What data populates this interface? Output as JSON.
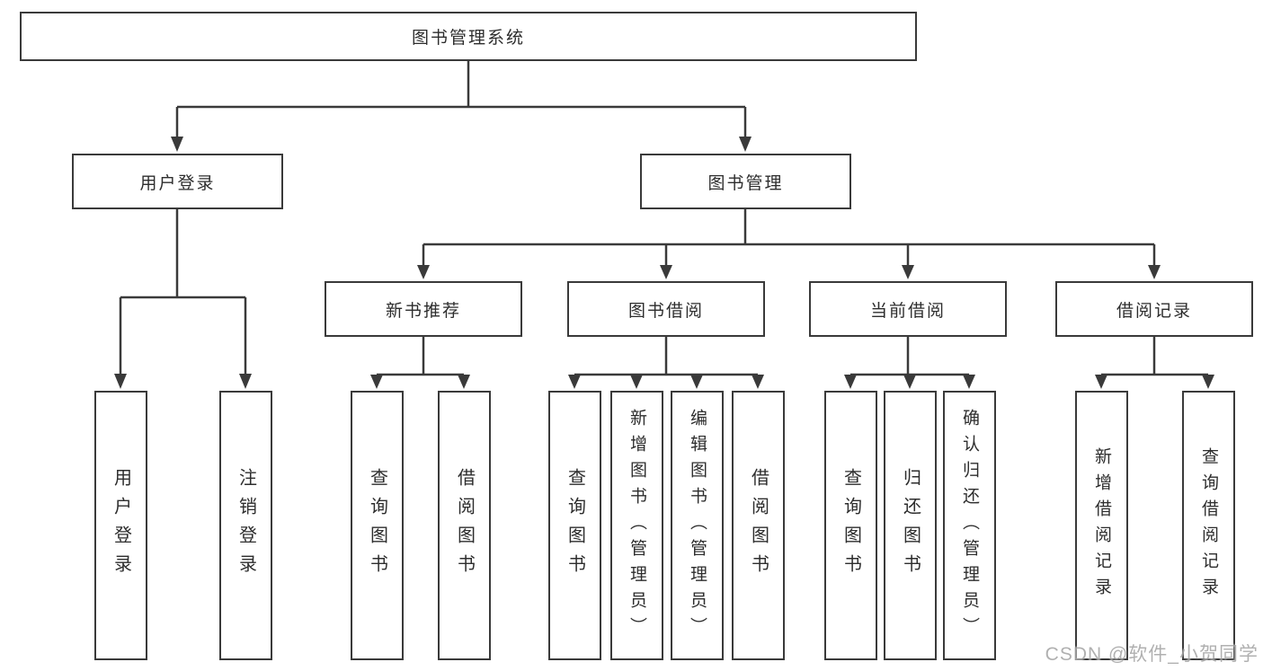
{
  "colors": {
    "line": "#3a3a3a",
    "box_border": "#3a3a3a",
    "text": "#2d2d2d",
    "watermark": "#969696",
    "background": "#ffffff"
  },
  "diagram_type": "hierarchy-tree",
  "nodes": {
    "root": {
      "label": "图书管理系统"
    },
    "l2": [
      {
        "label": "用户登录"
      },
      {
        "label": "图书管理"
      }
    ],
    "l3": [
      {
        "label": "新书推荐"
      },
      {
        "label": "图书借阅"
      },
      {
        "label": "当前借阅"
      },
      {
        "label": "借阅记录"
      }
    ],
    "leaves": [
      {
        "label": "用户登录",
        "parent": "用户登录"
      },
      {
        "label": "注销登录",
        "parent": "用户登录"
      },
      {
        "label": "查询图书",
        "parent": "新书推荐"
      },
      {
        "label": "借阅图书",
        "parent": "新书推荐"
      },
      {
        "label": "查询图书",
        "parent": "图书借阅"
      },
      {
        "label": "新增图书（管理员）",
        "parent": "图书借阅"
      },
      {
        "label": "编辑图书（管理员）",
        "parent": "图书借阅"
      },
      {
        "label": "借阅图书",
        "parent": "图书借阅"
      },
      {
        "label": "查询图书",
        "parent": "当前借阅"
      },
      {
        "label": "归还图书",
        "parent": "当前借阅"
      },
      {
        "label": "确认归还（管理员）",
        "parent": "当前借阅"
      },
      {
        "label": "新增借阅记录",
        "parent": "借阅记录"
      },
      {
        "label": "查询借阅记录",
        "parent": "借阅记录"
      }
    ]
  },
  "watermark": {
    "text": "CSDN @软件_小贺同学"
  }
}
